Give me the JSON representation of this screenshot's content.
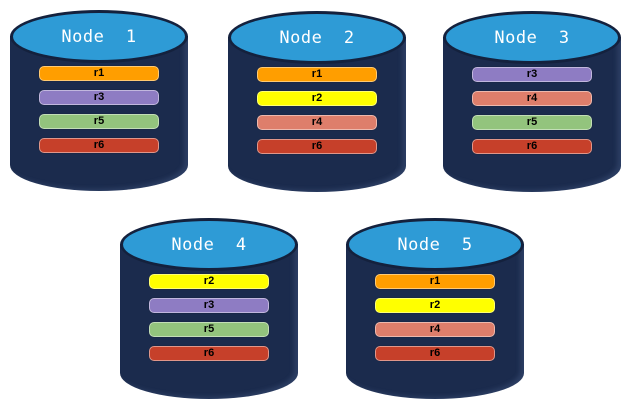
{
  "diagram": {
    "background_color": "#FFFFFF",
    "cylinder": {
      "body_color": "#1B2B4D",
      "top_color": "#2E9BD6",
      "outline_color": "#14213D",
      "title_color": "#FFFFFF"
    },
    "replica_colors": {
      "r1": "#FF9E00",
      "r2": "#FFFF00",
      "r3": "#8E7CC3",
      "r4": "#DE7E6B",
      "r5": "#93C47D",
      "r6": "#C6402A"
    },
    "nodes": [
      {
        "title": "Node  1",
        "replicas": [
          "r1",
          "r3",
          "r5",
          "r6"
        ]
      },
      {
        "title": "Node  2",
        "replicas": [
          "r1",
          "r2",
          "r4",
          "r6"
        ]
      },
      {
        "title": "Node  3",
        "replicas": [
          "r3",
          "r4",
          "r5",
          "r6"
        ]
      },
      {
        "title": "Node  4",
        "replicas": [
          "r2",
          "r3",
          "r5",
          "r6"
        ]
      },
      {
        "title": "Node  5",
        "replicas": [
          "r1",
          "r2",
          "r4",
          "r6"
        ]
      }
    ]
  }
}
